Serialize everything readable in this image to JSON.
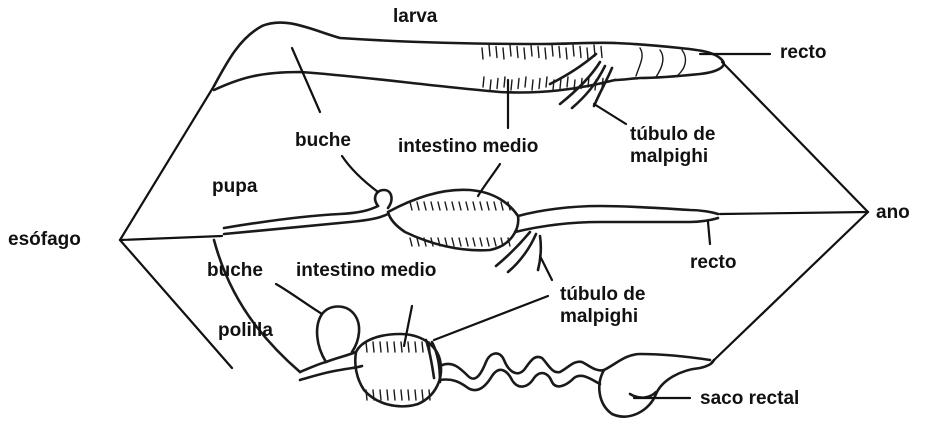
{
  "labels": {
    "larva": "larva",
    "recto_top": "recto",
    "buche_top": "buche",
    "intestino_medio_top": "intestino medio",
    "tubulo_top_line1": "túbulo de",
    "tubulo_top_line2": "malpighi",
    "pupa": "pupa",
    "ano": "ano",
    "esofago": "esófago",
    "buche_mid": "buche",
    "intestino_medio_mid": "intestino medio",
    "recto_mid": "recto",
    "tubulo_mid_line1": "túbulo de",
    "tubulo_mid_line2": "malpighi",
    "polilla": "polilla",
    "saco_rectal": "saco rectal"
  },
  "colors": {
    "ink": "#1a1a1a",
    "background": "#ffffff"
  }
}
